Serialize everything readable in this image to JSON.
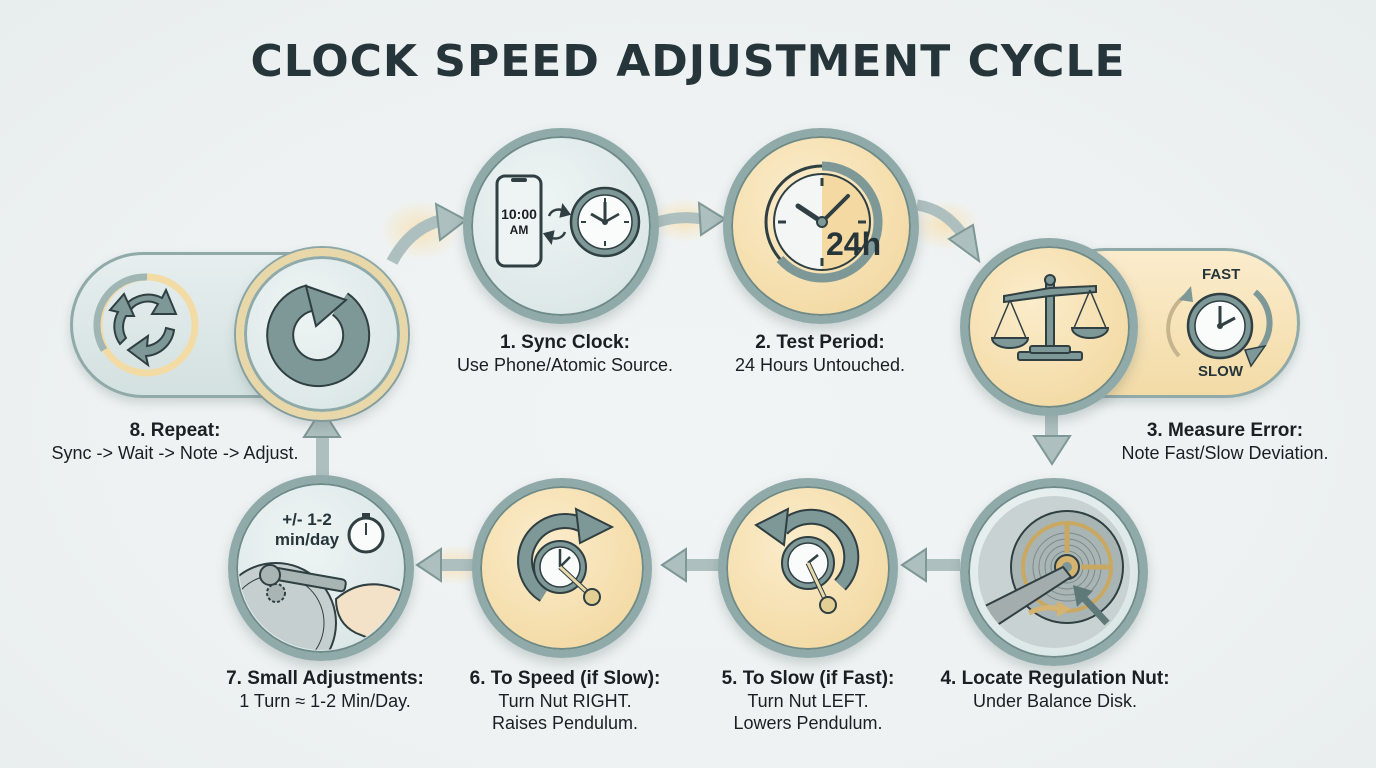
{
  "title": "CLOCK SPEED ADJUSTMENT CYCLE",
  "colors": {
    "title": "#26353a",
    "ring": "#8faaa9",
    "ring_dark": "#6e8b8a",
    "gold_fill": "#f4dca8",
    "blue_fill": "#dde8e8",
    "arrow": "#a9bfbe",
    "icon_dark": "#5f7878"
  },
  "steps": [
    {
      "number": 1,
      "heading": "1. Sync Clock:",
      "lines": [
        "Use Phone/Atomic Source."
      ],
      "icon": "phone-sync-clock-icon",
      "phone_time": "10:00",
      "phone_ampm": "AM"
    },
    {
      "number": 2,
      "heading": "2. Test Period:",
      "lines": [
        "24 Hours Untouched."
      ],
      "icon": "clock-24h-icon",
      "badge": "24h"
    },
    {
      "number": 3,
      "heading": "3. Measure Error:",
      "lines": [
        "Note Fast/Slow Deviation."
      ],
      "icon": "balance-scale-icon",
      "fast_label": "FAST",
      "slow_label": "SLOW"
    },
    {
      "number": 4,
      "heading": "4. Locate Regulation Nut:",
      "lines": [
        "Under Balance Disk."
      ],
      "icon": "balance-wheel-mechanism-icon"
    },
    {
      "number": 5,
      "heading": "5. To Slow (if Fast):",
      "lines": [
        "Turn Nut LEFT.",
        "Lowers Pendulum."
      ],
      "icon": "counterclockwise-pendulum-clock-icon"
    },
    {
      "number": 6,
      "heading": "6. To Speed (if Slow):",
      "lines": [
        "Turn Nut RIGHT.",
        "Raises Pendulum."
      ],
      "icon": "clockwise-pendulum-clock-icon"
    },
    {
      "number": 7,
      "heading": "7. Small Adjustments:",
      "lines": [
        "1 Turn ≈ 1-2 Min/Day."
      ],
      "icon": "wrench-stopwatch-icon",
      "tolerance_line1": "+/- 1-2",
      "tolerance_line2": "min/day"
    },
    {
      "number": 8,
      "heading": "8. Repeat:",
      "lines": [
        "Sync -> Wait -> Note -> Adjust."
      ],
      "icon": "repeat-cycle-icon"
    }
  ]
}
